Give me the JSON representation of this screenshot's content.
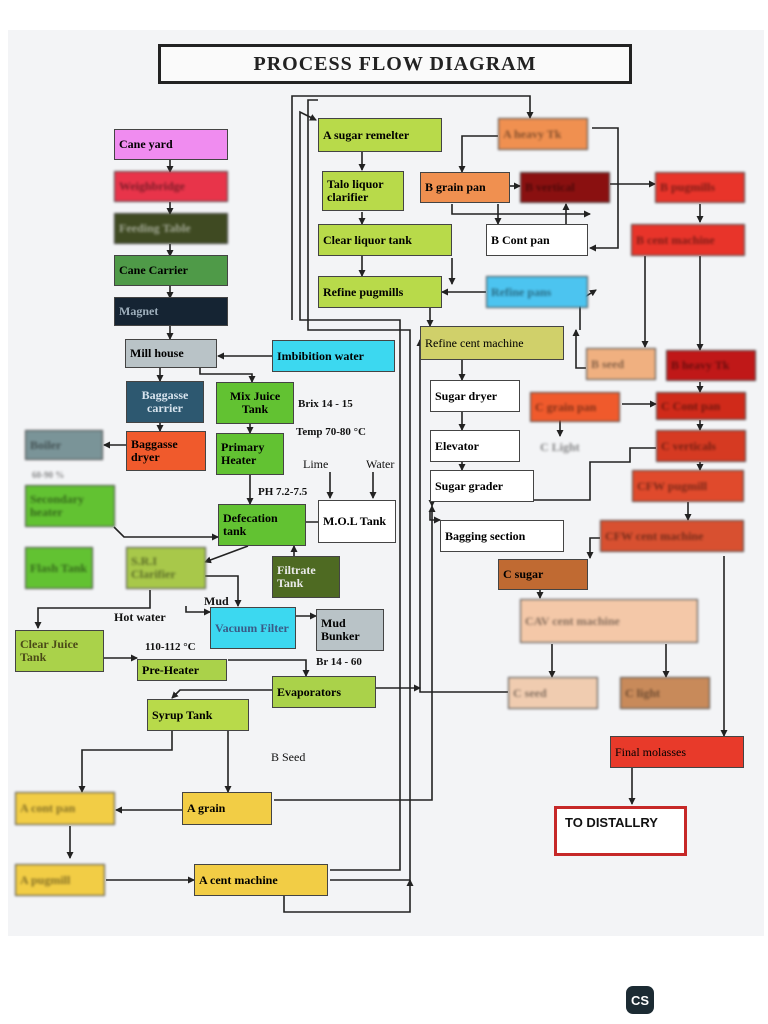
{
  "title": "PROCESS FLOW DIAGRAM",
  "logo_text": "CS",
  "nodes": {
    "cane_yard": "Cane yard",
    "weighbridge": "Weighbridge",
    "feeding_table": "Feeding Table",
    "cane_carrier": "Cane Carrier",
    "magnet": "Magnet",
    "mill_house": "Mill house",
    "baggasse_carrier": "Baggasse carrier",
    "boiler": "Boiler",
    "baggasse_dryer": "Baggasse dryer",
    "mix_juice_tank": "Mix Juice Tank",
    "primary_heater": "Primary Heater",
    "imbibition_water": "Imbibition water",
    "secondary_heater": "Secondary heater",
    "defecation_tank": "Defecation tank",
    "mol_tank": "M.O.L Tank",
    "flash_tank": "Flash Tank",
    "sri_clarifier": "S.R.I Clarifier",
    "filtrate_tank": "Filtrate Tank",
    "vacuum_filter": "Vacuum Filter",
    "mud_bunker": "Mud Bunker",
    "clear_juice_tank": "Clear Juice Tank",
    "pre_heater": "Pre-Heater",
    "evaporators": "Evaporators",
    "syrup_tank": "Syrup Tank",
    "a_cont_pan": "A cont pan",
    "a_grain": "A grain",
    "a_pugmill": "A pugmill",
    "a_cent_machine": "A cent machine",
    "a_sugar_remelter": "A sugar remelter",
    "talo_liquor_clarifier": "Talo liquor clarifier",
    "clear_liquor_tank": "Clear liquor tank",
    "refine_pugmills": "Refine pugmills",
    "refine_pans": "Refine pans",
    "refine_cent_machine": "Refine cent machine",
    "sugar_dryer": "Sugar dryer",
    "elevator": "Elevator",
    "sugar_grader": "Sugar grader",
    "bagging_section": "Bagging section",
    "a_heavy_tk": "A heavy Tk",
    "b_grain_pan": "B grain pan",
    "b_vertical": "B vertical",
    "b_pugmills": "B pugmills",
    "b_cont_pan": "B Cont pan",
    "b_cent_machine": "B cent machine",
    "b_seed": "B seed",
    "b_heavy_tk": "B heavy Tk",
    "c_grain_pan": "C grain pan",
    "c_cont_pan": "C Cont pan",
    "c_verticals": "C verticals",
    "cfw_pugmill": "CFW pugmill",
    "cfw_cent_machine": "CFW cent machine",
    "c_sugar": "C sugar",
    "cav_cent_machine": "CAV cent machine",
    "c_seed": "C seed",
    "c_light_box": "C light",
    "final_molasses": "Final molasses",
    "to_distillery": "TO DISTALLRY"
  },
  "labels": {
    "brix_1": "Brix 14 - 15",
    "temp_1": "Temp 70-80 °C",
    "lime": "Lime",
    "water": "Water",
    "ph": "PH 7.2-7.5",
    "mud": "Mud",
    "hot_water": "Hot water",
    "temp_2": "110-112 °C",
    "brix_2": "Br 14 - 60",
    "b_seed_text": "B Seed",
    "c_light_text": "C Light",
    "boiler_note": "60-90 %"
  },
  "colors": {
    "pink": "#f08cf0",
    "red": "#e8344a",
    "olive_dark": "#3f4a22",
    "green": "#6fb84a",
    "navy": "#152433",
    "gray": "#b9c3c7",
    "teal": "#2d5870",
    "orange_red": "#f05a2c",
    "lime_green": "#62c232",
    "cyan": "#3cd8f0",
    "yellow_green": "#aad24a",
    "yellow": "#f2cd45",
    "light_orange": "#f0a070",
    "dark_red": "#8a1010",
    "red2": "#e83a2a",
    "sky": "#4cc4f0",
    "khaki": "#d0d06a",
    "peach": "#f4c8a8",
    "rust": "#c06a32",
    "brown_light": "#c88a5a"
  }
}
